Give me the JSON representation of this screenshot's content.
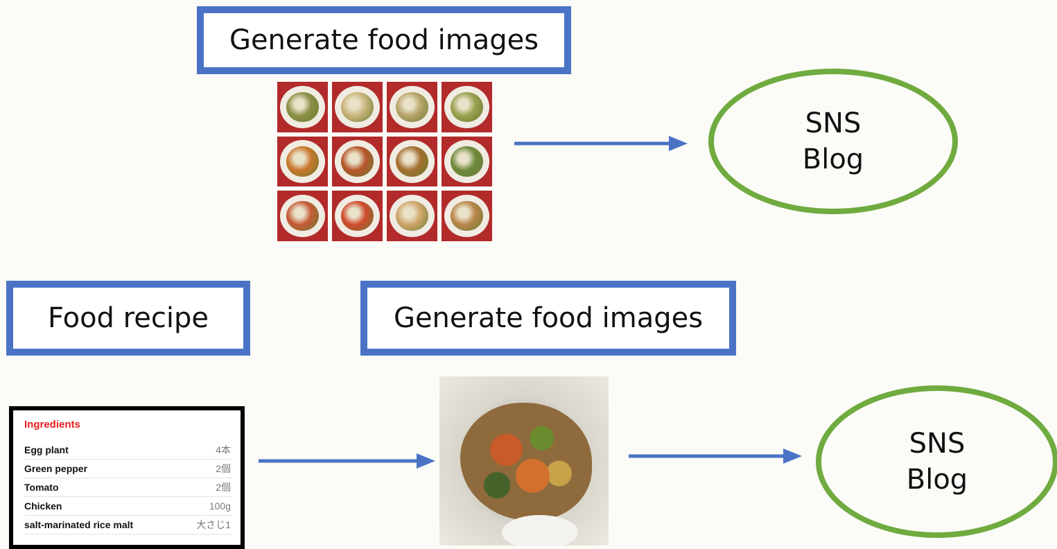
{
  "top_row": {
    "title": "Generate food images",
    "target": {
      "line1": "SNS",
      "line2": "Blog"
    }
  },
  "bottom_row": {
    "recipe_title": "Food recipe",
    "generate_title": "Generate food images",
    "target": {
      "line1": "SNS",
      "line2": "Blog"
    }
  },
  "recipe_card": {
    "heading": "Ingredients",
    "items": [
      {
        "name": "Egg plant",
        "qty": "4本"
      },
      {
        "name": "Green pepper",
        "qty": "2個"
      },
      {
        "name": "Tomato",
        "qty": "2個"
      },
      {
        "name": "Chicken",
        "qty": "100g"
      },
      {
        "name": "salt-marinated rice malt",
        "qty": "大さじ1"
      }
    ]
  },
  "colors": {
    "box_border": "#4a73c6",
    "ellipse_border": "#6fab3f",
    "arrow": "#4a73c6",
    "recipe_heading": "#e61b1b"
  }
}
